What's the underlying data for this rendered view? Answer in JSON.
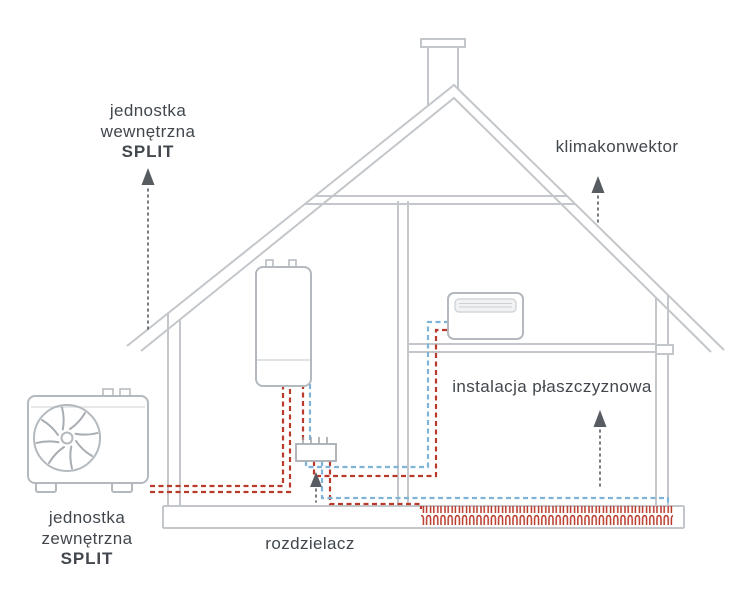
{
  "diagram": {
    "labels": {
      "indoor_unit": {
        "line1": "jednostka",
        "line2": "wewnętrzna",
        "line3": "SPLIT"
      },
      "outdoor_unit": {
        "line1": "jednostka",
        "line2": "zewnętrzna",
        "line3": "SPLIT"
      },
      "fan_coil": "klimakonwektor",
      "underfloor": "instalacja płaszczyznowa",
      "distributor": "rozdzielacz"
    },
    "colors": {
      "pipe_hot": "#b93a2b",
      "pipe_cold": "#7fb3d8",
      "structure_line": "#c3c7cb",
      "component_line": "#b3b9be",
      "arrow": "#565c62",
      "text": "#41474d",
      "background": "#ffffff"
    }
  }
}
